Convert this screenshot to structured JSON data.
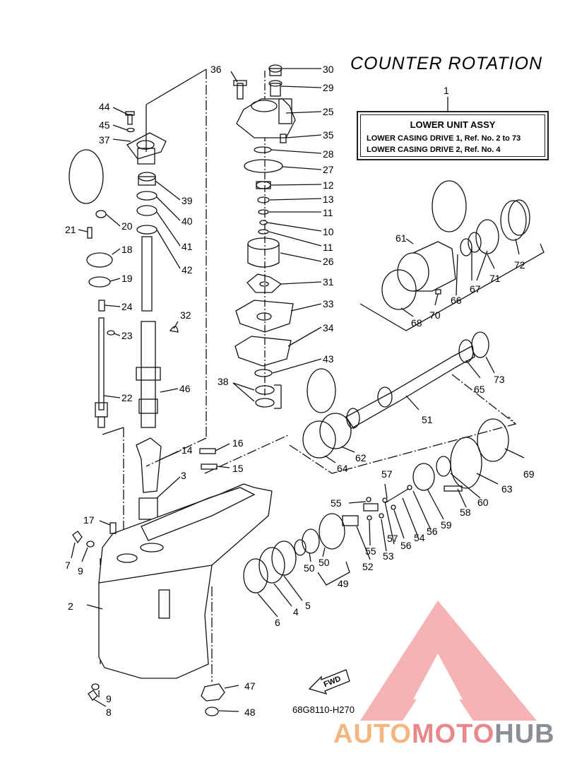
{
  "title": "COUNTER ROTATION",
  "assembly": {
    "ref": "1",
    "name": "LOWER UNIT ASSY",
    "line1": "LOWER CASING DRIVE 1,  Ref. No. 2 to 73",
    "line2": "LOWER CASING DRIVE 2,  Ref. No. 4"
  },
  "diagram_code": "68G8110-H270",
  "fwd_label": "FWD",
  "watermark": "AUTOMOTOHUB",
  "part_numbers": [
    "2",
    "3",
    "4",
    "5",
    "6",
    "7",
    "8",
    "9",
    "9",
    "10",
    "11",
    "11",
    "12",
    "13",
    "14",
    "15",
    "16",
    "17",
    "18",
    "19",
    "20",
    "21",
    "22",
    "23",
    "24",
    "25",
    "26",
    "27",
    "28",
    "29",
    "30",
    "31",
    "32",
    "33",
    "34",
    "35",
    "36",
    "37",
    "38",
    "39",
    "40",
    "41",
    "42",
    "43",
    "44",
    "45",
    "46",
    "47",
    "48",
    "49",
    "50",
    "50",
    "51",
    "52",
    "53",
    "54",
    "55",
    "55",
    "56",
    "56",
    "57",
    "57",
    "58",
    "59",
    "60",
    "61",
    "62",
    "63",
    "64",
    "65",
    "66",
    "67",
    "68",
    "69",
    "70",
    "71",
    "72",
    "73"
  ]
}
